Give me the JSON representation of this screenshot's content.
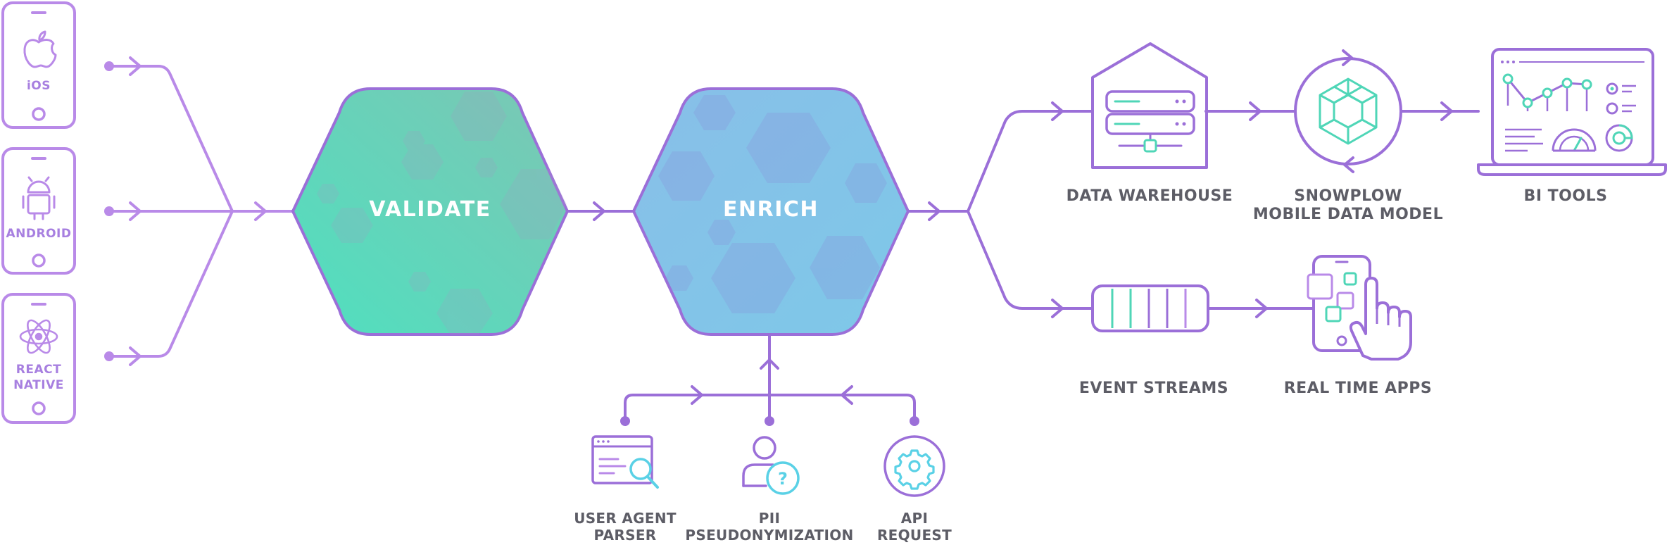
{
  "sources": [
    {
      "label_lines": [
        "iOS"
      ],
      "icon": "apple-icon"
    },
    {
      "label_lines": [
        "ANDROID"
      ],
      "icon": "android-icon"
    },
    {
      "label_lines": [
        "REACT",
        "NATIVE"
      ],
      "icon": "react-icon"
    }
  ],
  "stages": {
    "validate": "VALIDATE",
    "enrich": "ENRICH"
  },
  "destinations": {
    "data_warehouse": {
      "label_lines": [
        "DATA WAREHOUSE"
      ],
      "icon": "server-icon"
    },
    "mobile_data_model": {
      "label_lines": [
        "SNOWPLOW",
        "MOBILE DATA MODEL"
      ],
      "icon": "cube-icon"
    },
    "bi_tools": {
      "label_lines": [
        "BI TOOLS"
      ],
      "icon": "laptop-dashboard-icon"
    },
    "event_streams": {
      "label_lines": [
        "EVENT STREAMS"
      ],
      "icon": "stream-icon"
    },
    "real_time_apps": {
      "label_lines": [
        "REAL TIME APPS"
      ],
      "icon": "phone-tap-icon"
    }
  },
  "enrichments": [
    {
      "label_lines": [
        "USER AGENT",
        "PARSER"
      ],
      "icon": "browser-search-icon"
    },
    {
      "label_lines": [
        "PII",
        "PSEUDONYMIZATION"
      ],
      "icon": "user-question-icon"
    },
    {
      "label_lines": [
        "API",
        "REQUEST"
      ],
      "icon": "gear-icon"
    }
  ],
  "colors": {
    "line": "#9b6fd8",
    "accent": "#b98ae8",
    "teal": "#4fd6b7",
    "blue": "#7cc3ea",
    "cyan": "#5ad1e6",
    "label": "#5d5d66"
  }
}
